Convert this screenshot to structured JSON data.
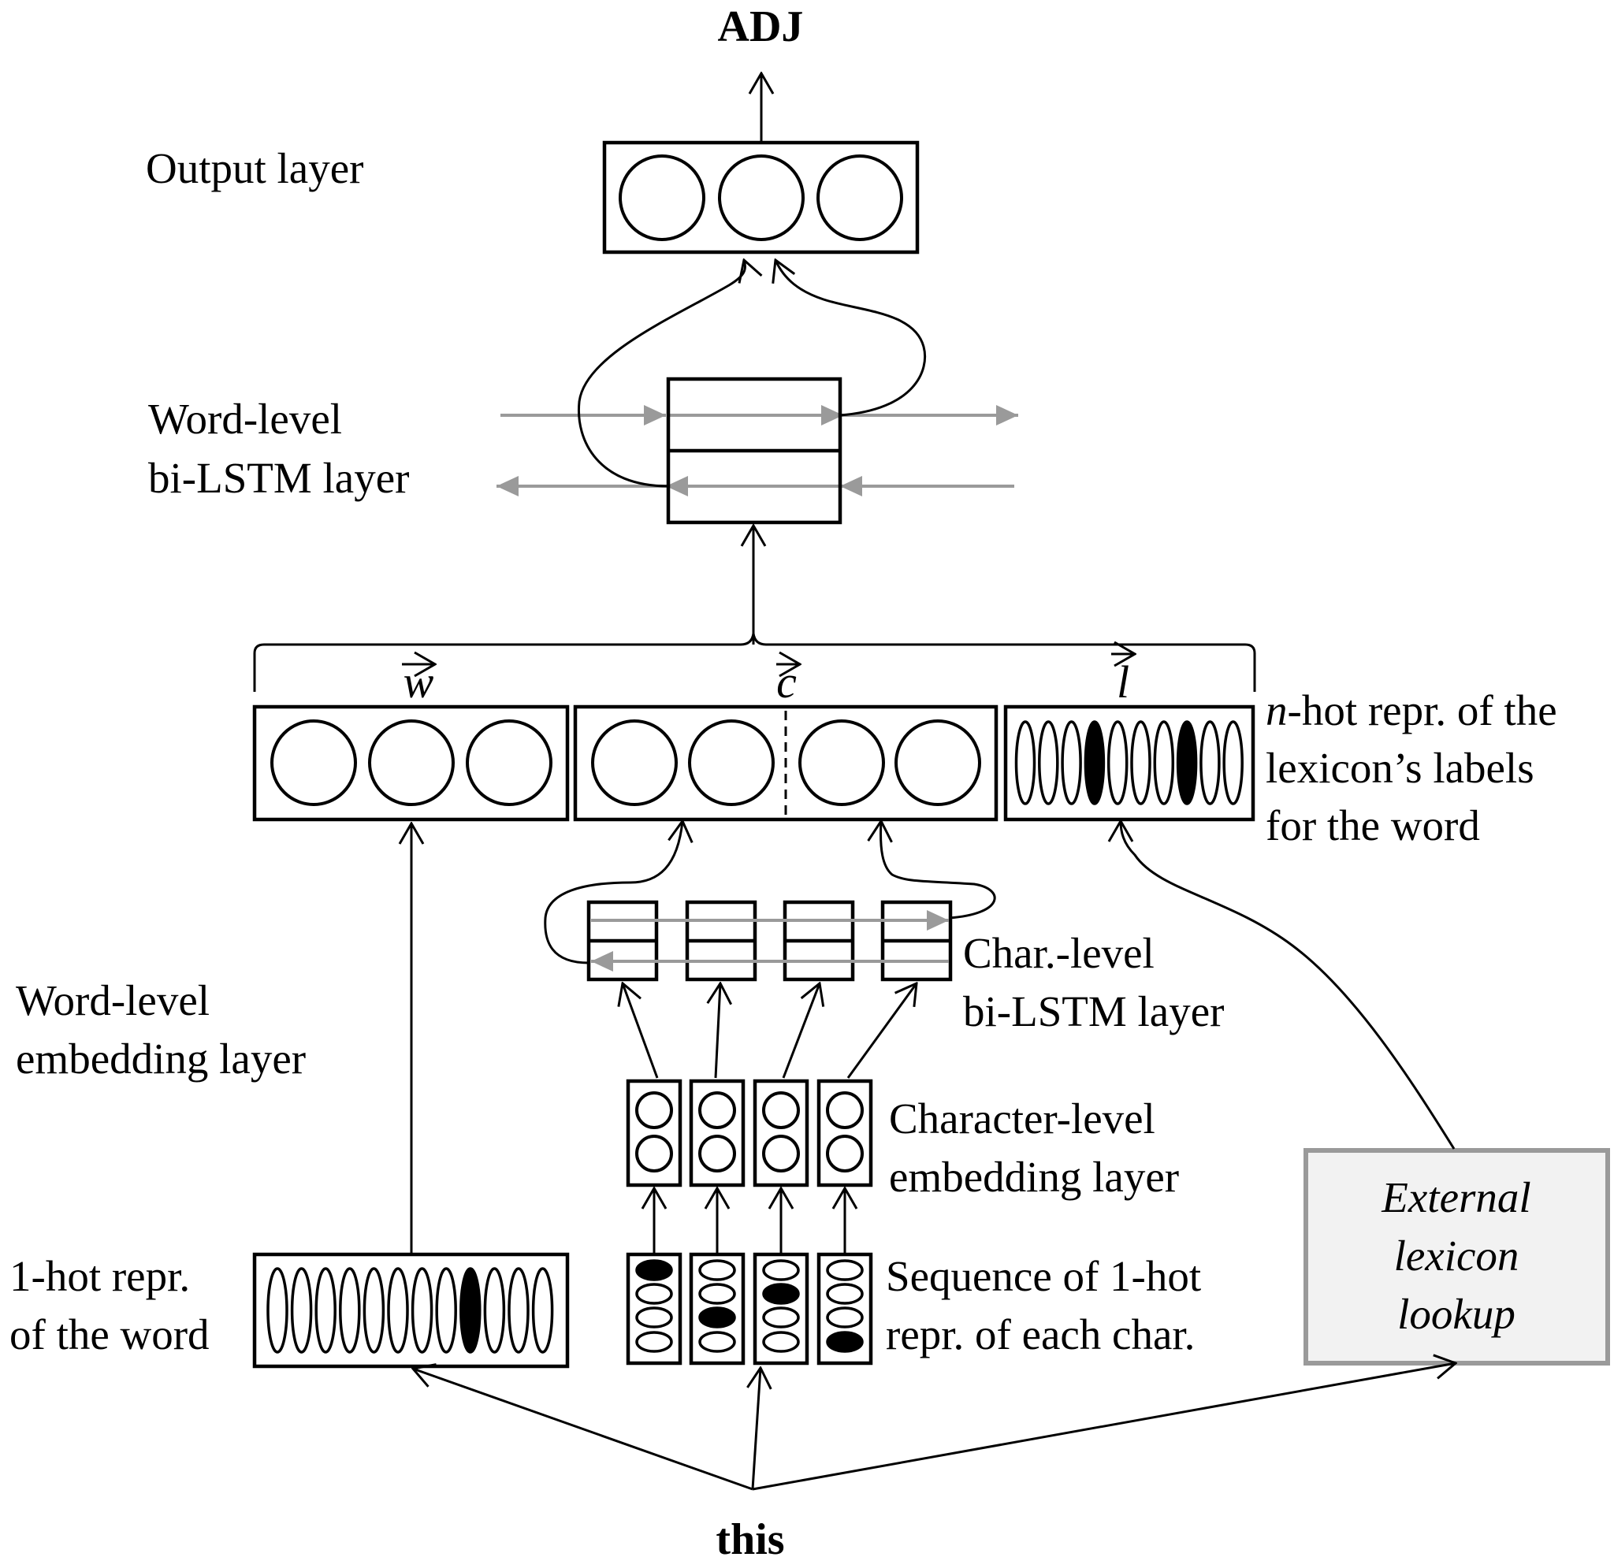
{
  "output_label": "ADJ",
  "input_word": "this",
  "layer_labels": {
    "output_line1": "Output layer",
    "word_bilstm_line1": "Word-level",
    "word_bilstm_line2": "bi-LSTM layer",
    "word_embedding_line1": "Word-level",
    "word_embedding_line2": "embedding layer",
    "one_hot_line1": "1-hot repr.",
    "one_hot_line2": "of the word",
    "char_bilstm_line1": "Char.-level",
    "char_bilstm_line2": "bi-LSTM layer",
    "char_embedding_line1": "Character-level",
    "char_embedding_line2": "embedding layer",
    "char_seq_line1": "Sequence of 1-hot",
    "char_seq_line2": "repr. of each char.",
    "nhot_line1_italic": "n",
    "nhot_line1_rest": "-hot repr. of the",
    "nhot_line2": "lexicon’s labels",
    "nhot_line3": "for the word"
  },
  "vectors": {
    "w": "w",
    "c": "c",
    "l": "l"
  },
  "external_lookup": {
    "line1": "External",
    "line2": "lexicon",
    "line3": "lookup",
    "box_fill": "#f2f2f2",
    "border_color": "#9a9a9a"
  },
  "one_hot_word_active_index": 8,
  "nhot_active_indices": [
    3,
    7
  ],
  "char_one_hot_active": [
    0,
    2,
    1,
    3
  ],
  "colors": {
    "ink": "#000000",
    "lstm_arrows": "#9a9a9a"
  }
}
